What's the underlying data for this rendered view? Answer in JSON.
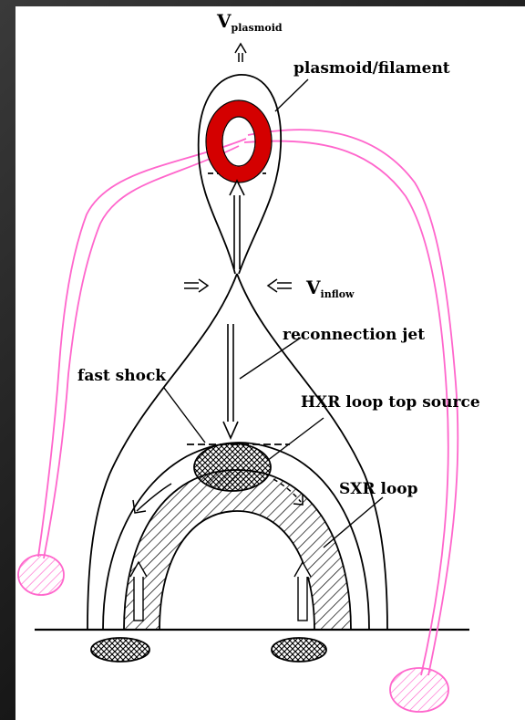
{
  "labels": {
    "v_plasmoid_main": "V",
    "v_plasmoid_sub": "plasmoid",
    "plasmoid_filament": "plasmoid/filament",
    "v_inflow_main": "V",
    "v_inflow_sub": "inflow",
    "reconnection_jet": "reconnection jet",
    "fast_shock": "fast shock",
    "hxr_loop_top_source": "HXR loop top source",
    "sxr_loop": "SXR loop"
  },
  "colors": {
    "background": "#1f1f1f",
    "paper": "#ffffff",
    "ink": "#000000",
    "filament_red": "#d40000",
    "field_line_magenta": "#ff66cc"
  }
}
